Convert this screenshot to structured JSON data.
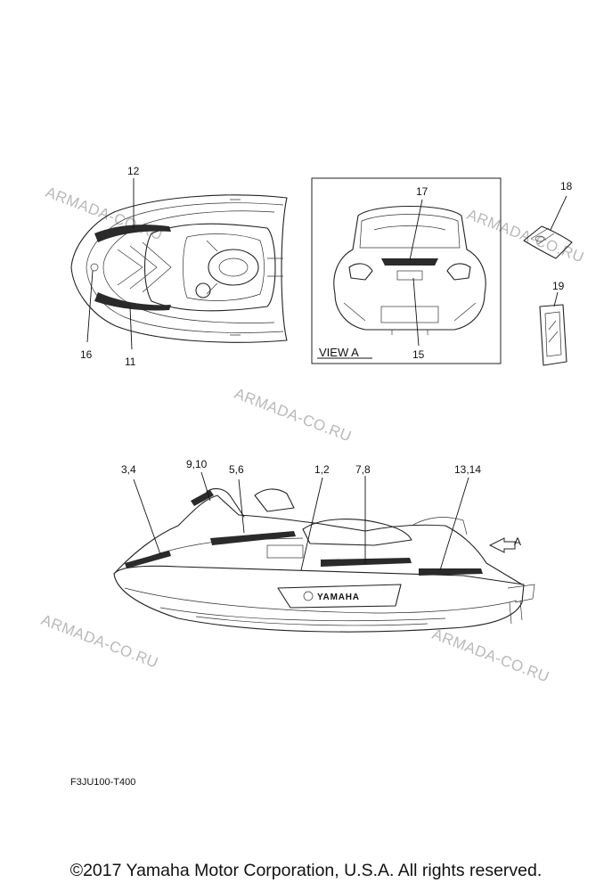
{
  "diagram": {
    "code": "F3JU100-T400",
    "view_caption": "VIEW A",
    "arrow_label": "A",
    "copyright": "©2017 Yamaha Motor Corporation, U.S.A. All rights reserved.",
    "watermark": "ARMADA-CO.RU",
    "brand_mark": "YAMAHA",
    "parts_top": [
      "12",
      "16",
      "11"
    ],
    "parts_view": [
      "17",
      "15"
    ],
    "parts_loose": [
      "18",
      "19"
    ],
    "parts_side": [
      "3,4",
      "9,10",
      "5,6",
      "1,2",
      "7,8",
      "13,14"
    ]
  }
}
